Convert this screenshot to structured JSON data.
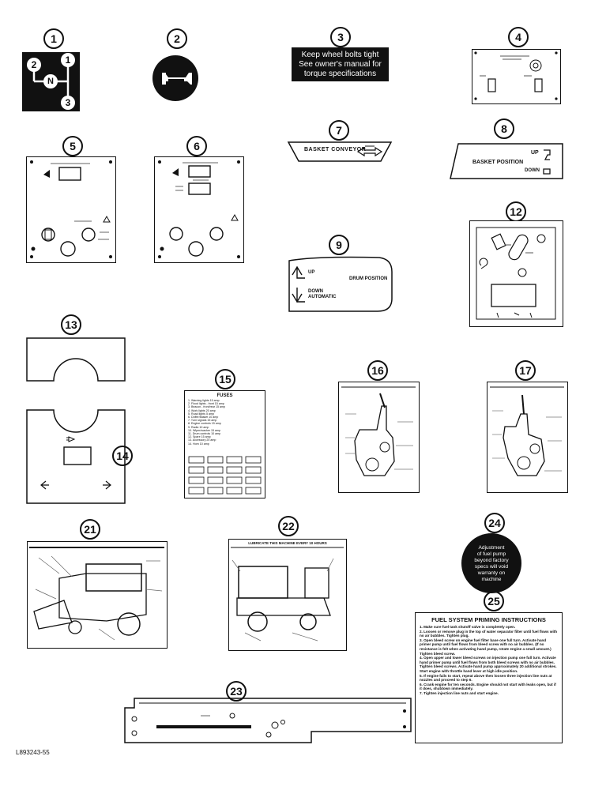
{
  "figure_code": "L893243-55",
  "callouts": {
    "c1": "1",
    "c2": "2",
    "c3": "3",
    "c4": "4",
    "c5": "5",
    "c6": "6",
    "c7": "7",
    "c8": "8",
    "c9": "9",
    "c12": "12",
    "c13": "13",
    "c14": "14",
    "c15": "15",
    "c16": "16",
    "c17": "17",
    "c21": "21",
    "c22": "22",
    "c23": "23",
    "c24": "24",
    "c25": "25"
  },
  "decal1": {
    "pos_left": "2",
    "pos_top": "1",
    "pos_neutral": "N",
    "pos_bottom": "3"
  },
  "decal3": {
    "line1": "Keep wheel bolts tight",
    "line2": "See owner's manual for",
    "line3": "torque specifications"
  },
  "decal7": {
    "label": "BASKET CONVEYOR"
  },
  "decal8": {
    "label": "BASKET POSITION",
    "up": "UP",
    "down": "DOWN"
  },
  "decal9": {
    "label": "DRUM POSITION",
    "up": "UP",
    "down": "DOWN",
    "auto": "AUTOMATIC"
  },
  "decal15": {
    "title": "FUSES",
    "lines": [
      "1. Warning lights 15 amp",
      "2. Flood lights - front 15 amp",
      "3. Beacon - front/rear 15 amp",
      "4. Work lights 20 amp",
      "5. Road lights 5 amp",
      "6. Doffer/basket 10 amp",
      "7. Turn signals 15 amp",
      "8. Engine controls 15 amp",
      "9. Radio 10 amp",
      "10. Wiper/washer 15 amp",
      "11. Drum controls 10 amp",
      "12. Spare 15 amp",
      "13. Accessory 20 amp",
      "14. Horn 10 amp"
    ]
  },
  "decal22": {
    "header": "LUBRICATE THIS MACHINE EVERY 10 HOURS"
  },
  "decal24": {
    "line1": "Adjustment",
    "line2": "of fuel pump",
    "line3": "beyond factory",
    "line4": "specs will void",
    "line5": "warranty on",
    "line6": "machine"
  },
  "decal25": {
    "title": "FUEL SYSTEM PRIMING INSTRUCTIONS",
    "steps": [
      "1. Make sure fuel tank shutoff valve is completely open.",
      "2. Loosen or remove plug in the top of water separator filter until fuel flows with no air bubbles. Tighten plug.",
      "3. Open bleed screw on engine fuel filter base one full turn. Activate hand primer pump until fuel flows from bleed screw with no air bubbles. (If no resistance is felt when activating hand pump, rotate engine a small amount.) Tighten bleed screw.",
      "4. Open upper and lower bleed screws on injection pump one full turn. Activate hand primer pump until fuel flows from both bleed screws with no air bubbles. Tighten bleed screws. Activate hand pump approximately 20 additional strokes. Start engine with throttle hand lever at high idle position.",
      "5. If engine fails to start, repeat above then loosen three injection line nuts at nozzles and proceed to step 6.",
      "6. Crank engine for ten seconds. Engine should not start with leaks open, but if it does, shutdown immediately.",
      "7. Tighten injection line nuts and start engine."
    ]
  }
}
